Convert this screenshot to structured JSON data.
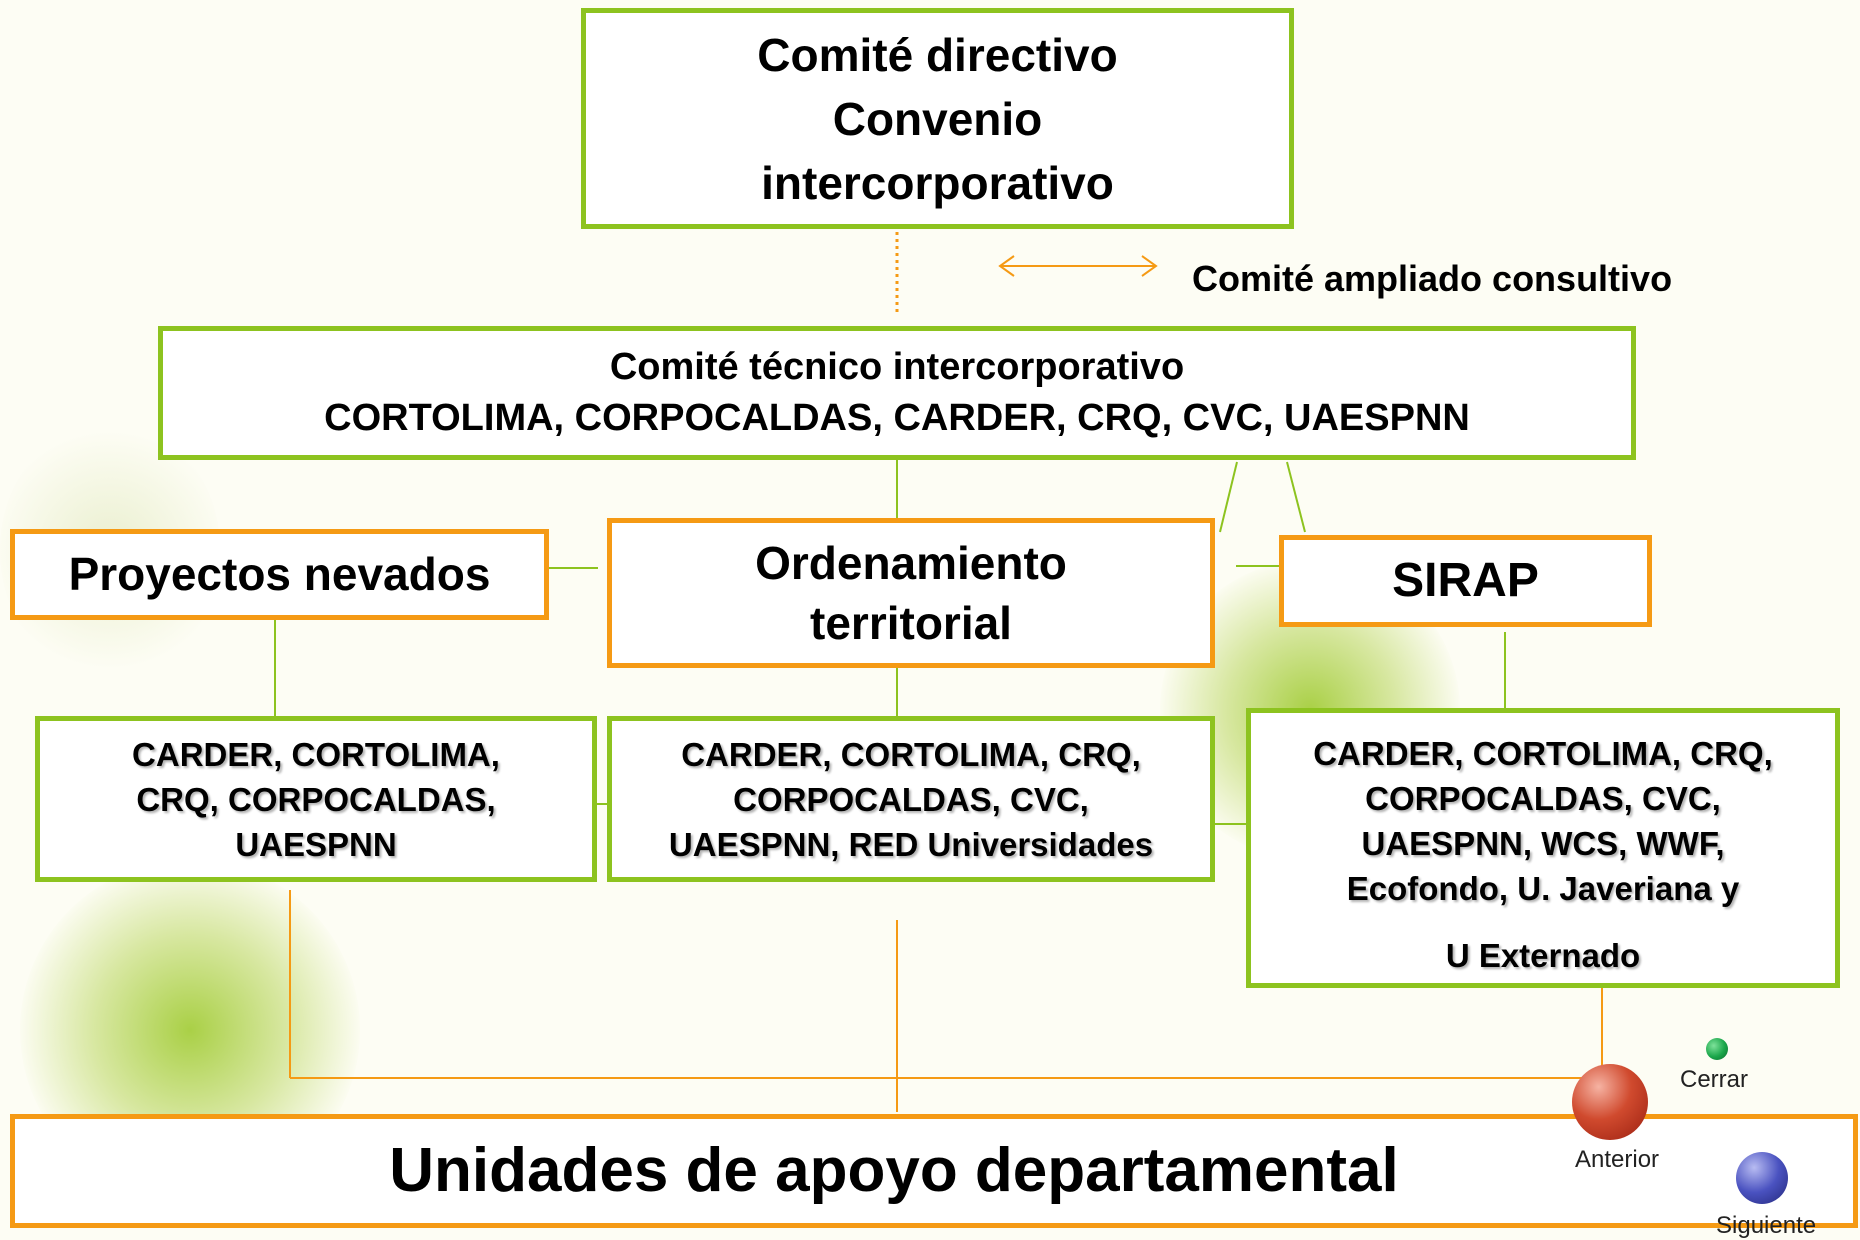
{
  "top_box": {
    "line1": "Comité directivo",
    "line2": "Convenio",
    "line3": "intercorporativo"
  },
  "consultivo_label": "Comité ampliado consultivo",
  "tecnico_box": {
    "line1": "Comité técnico intercorporativo",
    "line2": "CORTOLIMA, CORPOCALDAS, CARDER, CRQ, CVC, UAESPNN"
  },
  "proyectos_box": {
    "label": "Proyectos nevados"
  },
  "ordenamiento_box": {
    "line1": "Ordenamiento",
    "line2": "territorial"
  },
  "sirap_box": {
    "label": "SIRAP"
  },
  "members_left": {
    "line1": "CARDER, CORTOLIMA,",
    "line2": "CRQ, CORPOCALDAS,",
    "line3": "UAESPNN"
  },
  "members_center": {
    "line1": "CARDER, CORTOLIMA, CRQ,",
    "line2": "CORPOCALDAS, CVC,",
    "line3": "UAESPNN, RED Universidades"
  },
  "members_right": {
    "line1": "CARDER, CORTOLIMA, CRQ,",
    "line2": "CORPOCALDAS, CVC,",
    "line3": "UAESPNN, WCS, WWF,",
    "line4": "Ecofondo, U. Javeriana y",
    "line5": "U Externado"
  },
  "bottom_box": {
    "label": "Unidades de apoyo departamental"
  },
  "nav": {
    "close_label": "Cerrar",
    "previous_label": "Anterior",
    "next_label": "Siguiente"
  },
  "colors": {
    "green_border": "#8dc31f",
    "orange_border": "#f59a14",
    "close_ball": "#1aa64a",
    "previous_ball": "#c8321e",
    "next_ball": "#3a3fa8"
  }
}
